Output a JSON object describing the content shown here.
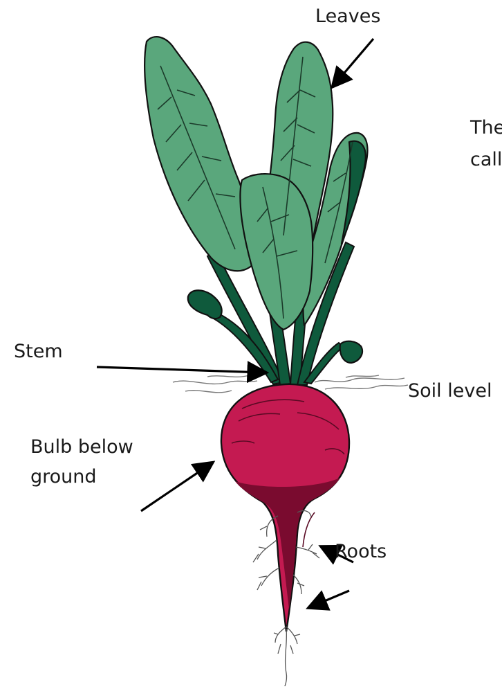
{
  "labels": {
    "leaves": "Leaves",
    "stem": "Stem",
    "soil_level": "Soil level",
    "bulb_line1": "Bulb below",
    "bulb_line2": "ground",
    "roots": "Roots",
    "note_line1": "The",
    "note_line2": "call"
  },
  "colors": {
    "leaf": "#5aa77c",
    "leaf_dark": "#0f5a3c",
    "bulb": "#c41a51",
    "bulb_dark": "#7a0b2f",
    "outline": "#111111",
    "arrow": "#000000"
  }
}
